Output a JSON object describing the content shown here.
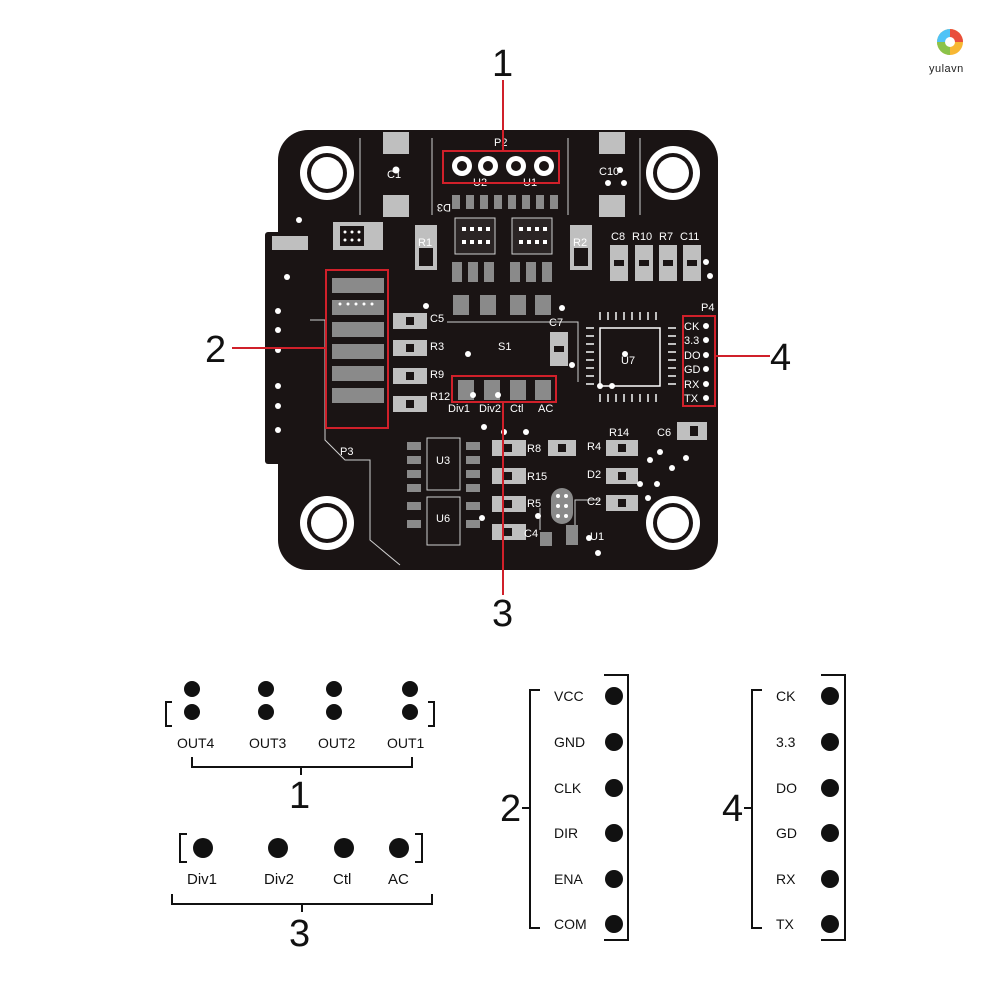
{
  "watermark": {
    "text": "yulavn",
    "colors": [
      "#e94e3c",
      "#f7b733",
      "#4fc3f7",
      "#8bc34a"
    ]
  },
  "board": {
    "color": "#1a1414",
    "highlight_color": "#d0202a",
    "silk": {
      "P2": "P2",
      "U2": "U2",
      "U1_top": "U1",
      "C1": "C1",
      "C10": "C10",
      "D3": "D3",
      "R1": "R1",
      "R2": "R2",
      "C8": "C8",
      "R10": "R10",
      "R7": "R7",
      "C11": "C11",
      "P4": "P4",
      "C5": "C5",
      "R3": "R3",
      "R9": "R9",
      "R12": "R12",
      "C7": "C7",
      "S1": "S1",
      "U7": "U7",
      "Div1": "Div1",
      "Div2": "Div2",
      "Ctl": "Ctl",
      "AC": "AC",
      "R8": "R8",
      "R4": "R4",
      "R14": "R14",
      "C6": "C6",
      "U3": "U3",
      "R15": "R15",
      "D2": "D2",
      "R5": "R5",
      "C2": "C2",
      "U6": "U6",
      "C4": "C4",
      "U1_bottom": "U1",
      "P3": "P3"
    },
    "p4_pins": [
      "CK",
      "3.3",
      "DO",
      "GD",
      "RX",
      "TX"
    ]
  },
  "callouts": {
    "c1": "1",
    "c2": "2",
    "c3": "3",
    "c4": "4"
  },
  "connector1": {
    "number": "1",
    "labels": [
      "OUT4",
      "OUT3",
      "OUT2",
      "OUT1"
    ]
  },
  "connector2": {
    "number": "2",
    "labels": [
      "VCC",
      "GND",
      "CLK",
      "DIR",
      "ENA",
      "COM"
    ]
  },
  "connector3": {
    "number": "3",
    "labels": [
      "Div1",
      "Div2",
      "Ctl",
      "AC"
    ]
  },
  "connector4": {
    "number": "4",
    "labels": [
      "CK",
      "3.3",
      "DO",
      "GD",
      "RX",
      "TX"
    ]
  }
}
